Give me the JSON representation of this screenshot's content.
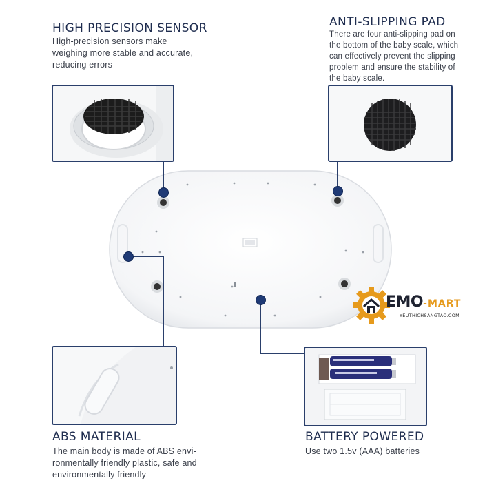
{
  "sections": {
    "sensor": {
      "title": "HIGH PRECISION SENSOR",
      "lines": [
        "High-precision sensors make",
        "weighing more stable and accurate,",
        "reducing errors"
      ]
    },
    "pad": {
      "title": "ANTI-SLIPPING PAD",
      "lines": [
        "There are four anti-slipping pad on",
        "the bottom of the baby scale, which",
        "can effectively prevent the slipping",
        "problem and ensure the stability of",
        "the baby scale."
      ]
    },
    "abs": {
      "title": "ABS MATERIAL",
      "lines": [
        "The main body is made of ABS envi-",
        "ronmentally friendly plastic, safe and",
        "environmentally friendly"
      ]
    },
    "battery": {
      "title": "BATTERY POWERED",
      "lines": [
        "Use two 1.5v (AAA) batteries"
      ]
    }
  },
  "logo": {
    "main": "EMO",
    "mart": "MART",
    "sub": "YEUTHICHSANGTAO.COM"
  },
  "colors": {
    "navy": "#1f2d4f",
    "panel_border": "#2a3f6b",
    "dot": "#1f3a75",
    "logo_orange": "#e69a1c"
  }
}
